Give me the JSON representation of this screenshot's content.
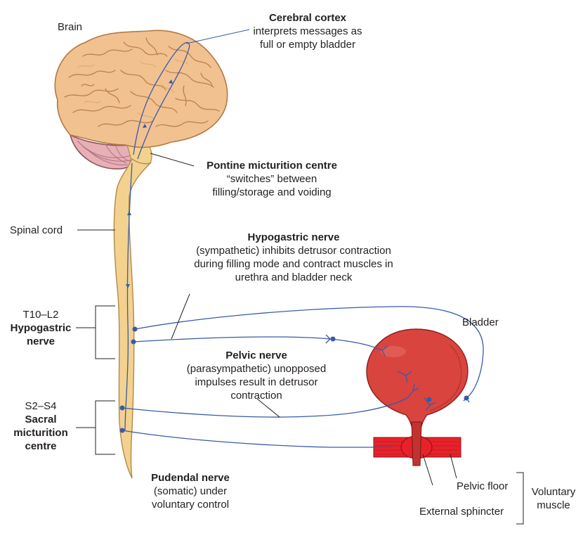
{
  "labels": {
    "brain": "Brain",
    "spinal_cord": "Spinal cord",
    "bladder": "Bladder",
    "pelvic_floor": "Pelvic floor",
    "external_sphincter": "External sphincter",
    "voluntary_muscle": [
      "Voluntary",
      "muscle"
    ]
  },
  "cerebral_cortex": {
    "title": "Cerebral cortex",
    "lines": [
      "interprets messages as",
      "full or empty bladder"
    ]
  },
  "pontine": {
    "title": "Pontine micturition centre",
    "lines": [
      "“switches” between",
      "filling/storage and voiding"
    ]
  },
  "hypogastric": {
    "title": "Hypogastric nerve",
    "lines": [
      "(sympathetic) inhibits detrusor contraction",
      "during filling mode and contract muscles in",
      "urethra and bladder neck"
    ]
  },
  "pelvic": {
    "title": "Pelvic nerve",
    "lines": [
      "(parasympathetic) unopposed",
      "impulses result in detrusor",
      "contraction"
    ]
  },
  "pudendal": {
    "title": "Pudendal nerve",
    "lines": [
      "(somatic) under",
      "voluntary control"
    ]
  },
  "t10_segment": {
    "range": "T10–L2",
    "name": [
      "Hypogastric",
      "nerve"
    ]
  },
  "sacral_segment": {
    "range": "S2–S4",
    "name": [
      "Sacral",
      "micturition",
      "centre"
    ]
  },
  "colors": {
    "nerve": "#3a5aa8",
    "brain_fill": "#f2c190",
    "brain_stroke": "#b07a44",
    "cerebellum": "#e6b0b6",
    "spinal_cord": "#f3d18e",
    "bladder": "#d9443f",
    "pelvic_muscle": "#e8222a"
  }
}
